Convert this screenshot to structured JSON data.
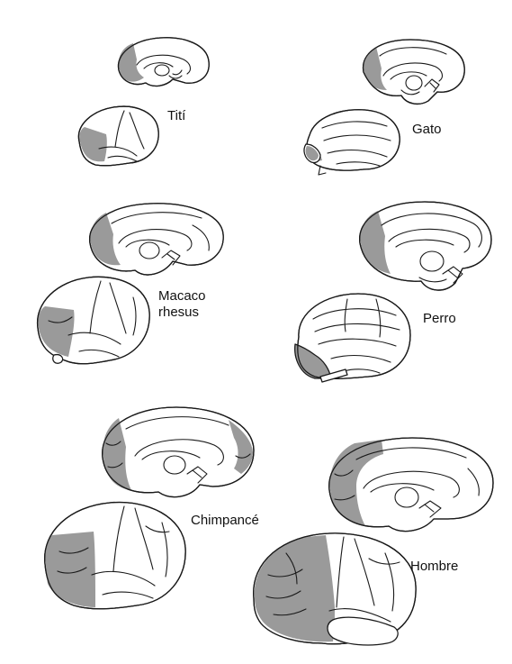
{
  "figure": {
    "species": [
      {
        "id": "titi",
        "label_lines": [
          "Tití"
        ]
      },
      {
        "id": "gato",
        "label_lines": [
          "Gato"
        ]
      },
      {
        "id": "macaco",
        "label_lines": [
          "Macaco",
          "rhesus"
        ]
      },
      {
        "id": "perro",
        "label_lines": [
          "Perro"
        ]
      },
      {
        "id": "chimpance",
        "label_lines": [
          "Chimpancé"
        ]
      },
      {
        "id": "hombre",
        "label_lines": [
          "Hombre"
        ]
      }
    ],
    "colors": {
      "outline": "#1a1a1a",
      "highlighted_region": "#9a9a9a",
      "background": "#ffffff"
    }
  }
}
